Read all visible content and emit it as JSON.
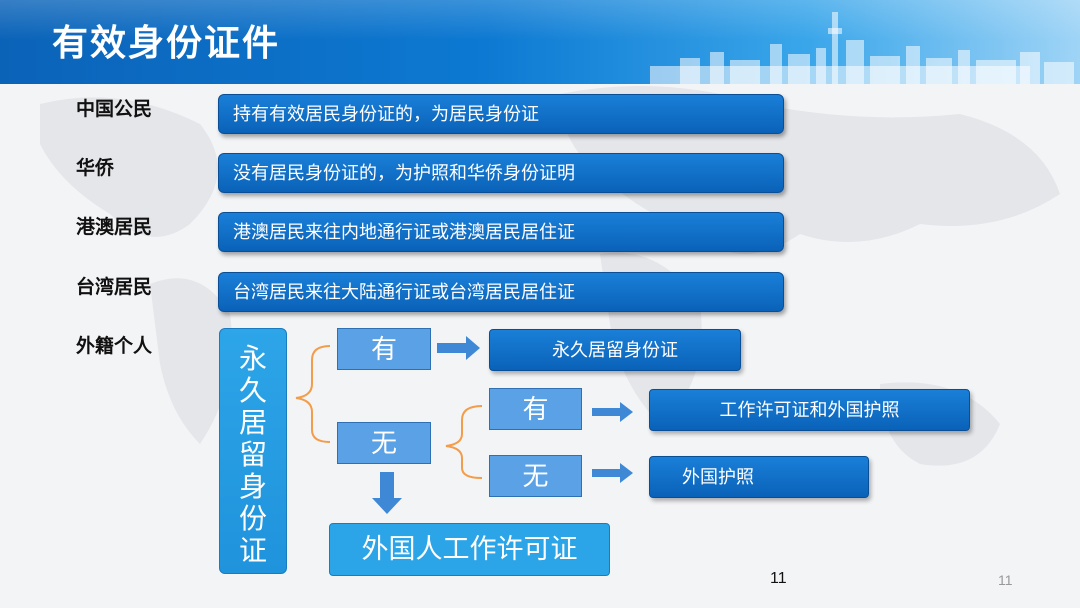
{
  "header": {
    "title": "有效身份证件",
    "colors": {
      "primary": "#0b63b8",
      "accent": "#2ba5e8",
      "node": "#5aa1e6",
      "bracket": "#f39c4a"
    }
  },
  "categories": [
    {
      "label": "中国公民",
      "value": "持有有效居民身份证的，为居民身份证"
    },
    {
      "label": "华侨",
      "value": "没有居民身份证的，为护照和华侨身份证明"
    },
    {
      "label": "港澳居民",
      "value": "港澳居民来往内地通行证或港澳居民居住证"
    },
    {
      "label": "台湾居民",
      "value": "台湾居民来往大陆通行证或台湾居民居住证"
    }
  ],
  "foreigner": {
    "label": "外籍个人",
    "root": "永久居留身份证",
    "root_chars": [
      "永",
      "久",
      "居",
      "留",
      "身",
      "份",
      "证"
    ],
    "branch_yes": "有",
    "branch_no": "无",
    "result_yes": "永久居留身份证",
    "sub_yes": "有",
    "sub_no": "无",
    "result_sub_yes": "工作许可证和外国护照",
    "result_sub_no": "外国护照",
    "permit": "外国人工作许可证"
  },
  "page_numbers": {
    "center": "11",
    "right": "11"
  }
}
